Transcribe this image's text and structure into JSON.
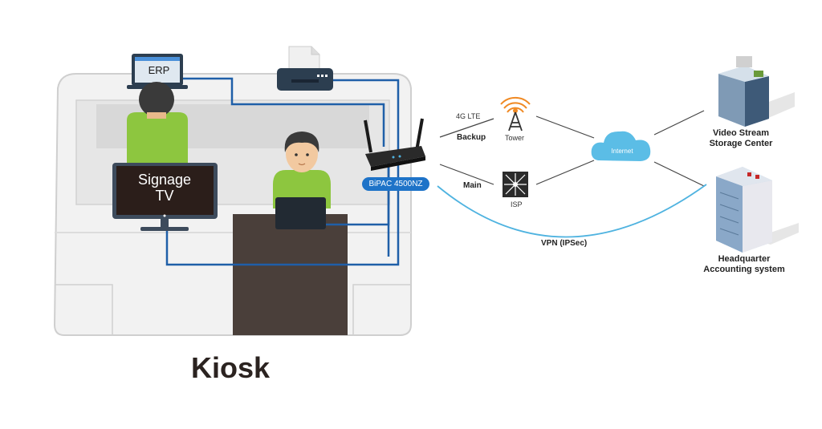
{
  "title": "Kiosk",
  "devices": {
    "erp_label": "ERP",
    "signage_line1": "Signage",
    "signage_line2": "TV",
    "router_label": "BiPAC 4500NZ"
  },
  "network": {
    "lte_label": "4G LTE",
    "backup_label": "Backup",
    "main_label": "Main",
    "tower_label": "Tower",
    "isp_label": "ISP",
    "internet_label": "Internet",
    "vpn_label": "VPN (IPSec)"
  },
  "destinations": {
    "video_line1": "Video Stream",
    "video_line2": "Storage Center",
    "hq_line1": "Headquarter",
    "hq_line2": "Accounting system"
  },
  "colors": {
    "cable": "#1f5fa8",
    "vpn_arc": "#4fb3e0",
    "badge": "#1e73c8",
    "cloud": "#5bbde6",
    "shirt": "#8dc63f",
    "hair": "#3a3a3a",
    "desk": "#eeeeee",
    "counter_dark": "#4a3f3a",
    "tower_orange": "#f08a24"
  }
}
